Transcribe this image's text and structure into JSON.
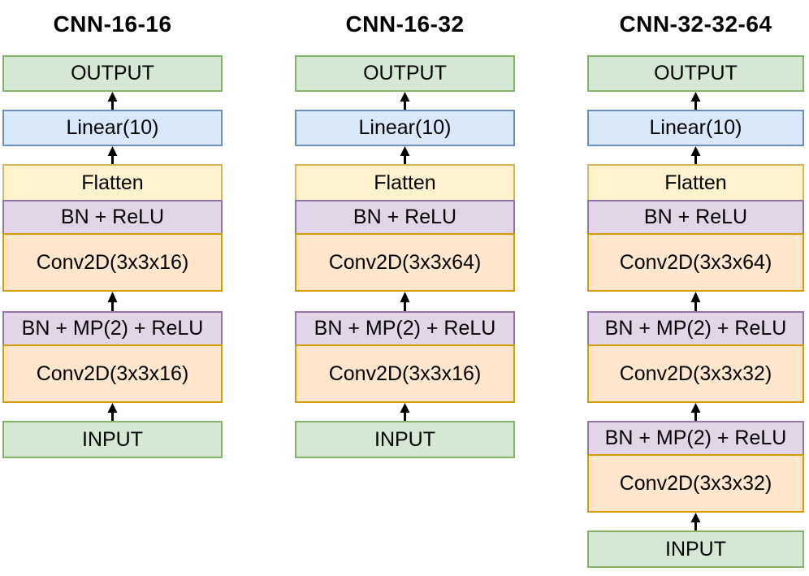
{
  "palette": {
    "io": {
      "fill": "#d5e8d4",
      "stroke": "#82b366"
    },
    "linear": {
      "fill": "#dae8fc",
      "stroke": "#6c8ebf"
    },
    "flatten": {
      "fill": "#fff2cc",
      "stroke": "#d6b656"
    },
    "bn": {
      "fill": "#e1d5e7",
      "stroke": "#9673a6"
    },
    "conv": {
      "fill": "#ffe6cc",
      "stroke": "#d79b00"
    },
    "arrow": "#000000"
  },
  "columns": [
    {
      "title": "CNN-16-16",
      "output": "OUTPUT",
      "linear": "Linear(10)",
      "flatten": "Flatten",
      "bn_relu": "BN + ReLU",
      "conv_top": "Conv2D(3x3x16)",
      "mid_bn": "BN + MP(2) + ReLU",
      "mid_conv": "Conv2D(3x3x16)",
      "input": "INPUT"
    },
    {
      "title": "CNN-16-32",
      "output": "OUTPUT",
      "linear": "Linear(10)",
      "flatten": "Flatten",
      "bn_relu": "BN + ReLU",
      "conv_top": "Conv2D(3x3x64)",
      "mid_bn": "BN + MP(2) + ReLU",
      "mid_conv": "Conv2D(3x3x16)",
      "input": "INPUT"
    },
    {
      "title": "CNN-32-32-64",
      "output": "OUTPUT",
      "linear": "Linear(10)",
      "flatten": "Flatten",
      "bn_relu": "BN + ReLU",
      "conv_top": "Conv2D(3x3x64)",
      "mid_bn": "BN + MP(2) + ReLU",
      "mid_conv": "Conv2D(3x3x32)",
      "bottom_bn": "BN + MP(2) + ReLU",
      "bottom_conv": "Conv2D(3x3x32)",
      "input": "INPUT"
    }
  ]
}
